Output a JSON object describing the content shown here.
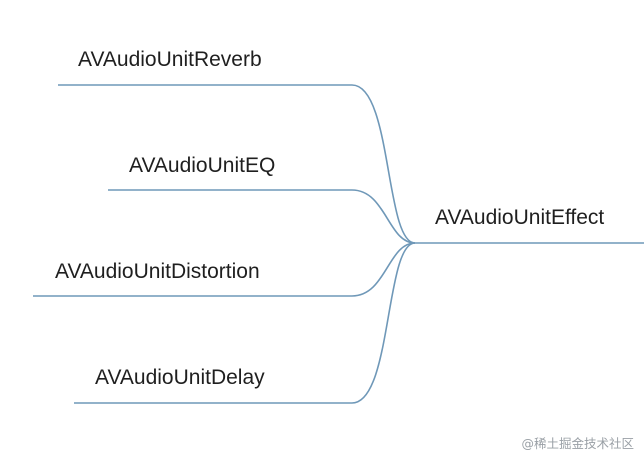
{
  "diagram": {
    "root": {
      "label": "AVAudioUnitEffect"
    },
    "children": [
      {
        "label": "AVAudioUnitReverb"
      },
      {
        "label": "AVAudioUnitEQ"
      },
      {
        "label": "AVAudioUnitDistortion"
      },
      {
        "label": "AVAudioUnitDelay"
      }
    ],
    "connector_color": "#6f98b8"
  },
  "watermark": {
    "text": "@稀土掘金技术社区"
  }
}
